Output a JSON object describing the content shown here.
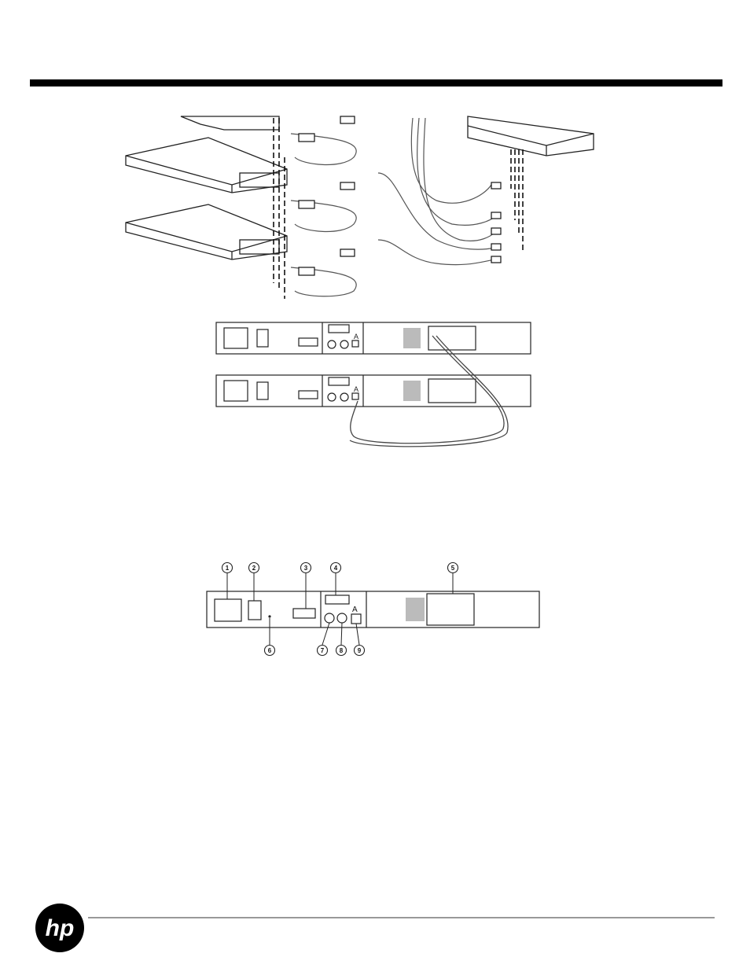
{
  "brand": {
    "logo_text": "hp",
    "accent": "#000000"
  },
  "rear_panel": {
    "port_letter": "A",
    "callouts": [
      "1",
      "2",
      "3",
      "4",
      "5",
      "6",
      "7",
      "8",
      "9"
    ]
  }
}
